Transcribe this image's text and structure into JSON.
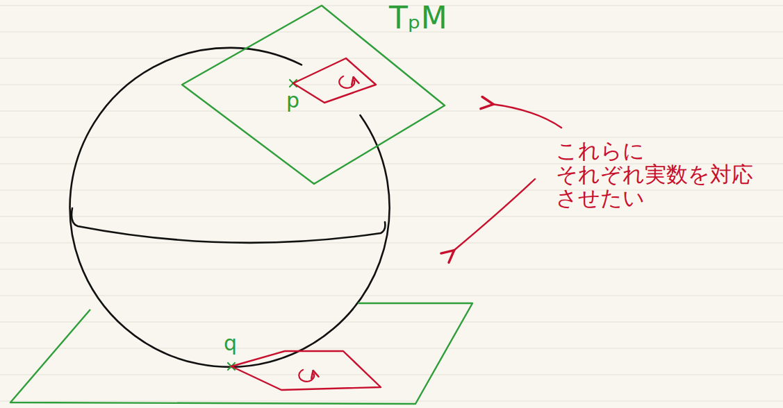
{
  "diagram": {
    "labels": [
      "TₚM",
      "p",
      "q",
      "これらに それぞれ実数を対応 させたい"
    ]
  }
}
